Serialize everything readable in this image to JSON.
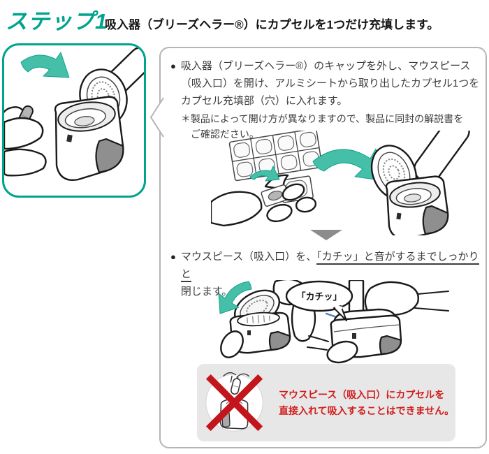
{
  "header": {
    "step_label": "ステップ1",
    "title": "吸入器（ブリーズヘラー®）にカプセルを1つだけ充填します。"
  },
  "panel": {
    "bullet1": {
      "marker": "●",
      "lines": [
        "吸入器（ブリーズヘラー®）のキャップを外し、マウスピース",
        "（吸入口）を開け、アルミシートから取り出したカプセル1つを",
        "カプセル充填部（穴）に入れます。"
      ],
      "note_lines": [
        "＊製品によって開け方が異なりますので、製品に同封の解説書を",
        "ご確認ださい。"
      ]
    },
    "bullet2": {
      "marker": "●",
      "prefix": "マウスピース（吸入口）を、",
      "underlined": "「カチッ」と音がするまでしっかりと",
      "line2": "閉じます。"
    },
    "click_bubble": "「カチッ」",
    "warning": {
      "lines": [
        "マウスピース（吸入口）にカプセルを",
        "直接入れて吸入することはできません。"
      ]
    }
  },
  "icons": {
    "callout_pointer": "left-chevron",
    "step_divider": "down-triangle",
    "prohibition": "red-cross-circle",
    "click_marks": "blue-click-lines",
    "direction_arrows": "teal-curved-arrow"
  },
  "colors": {
    "accent_teal": "#00a48e",
    "arrow_teal": "#45bfa8",
    "panel_border": "#b5b5b5",
    "warning_bg": "#e7e7e7",
    "warning_red": "#d21c1c",
    "cross_red": "#c3161c",
    "click_blue": "#4a7fc1",
    "device_gray": "#8f8f8f",
    "text": "#3d3d3d"
  }
}
